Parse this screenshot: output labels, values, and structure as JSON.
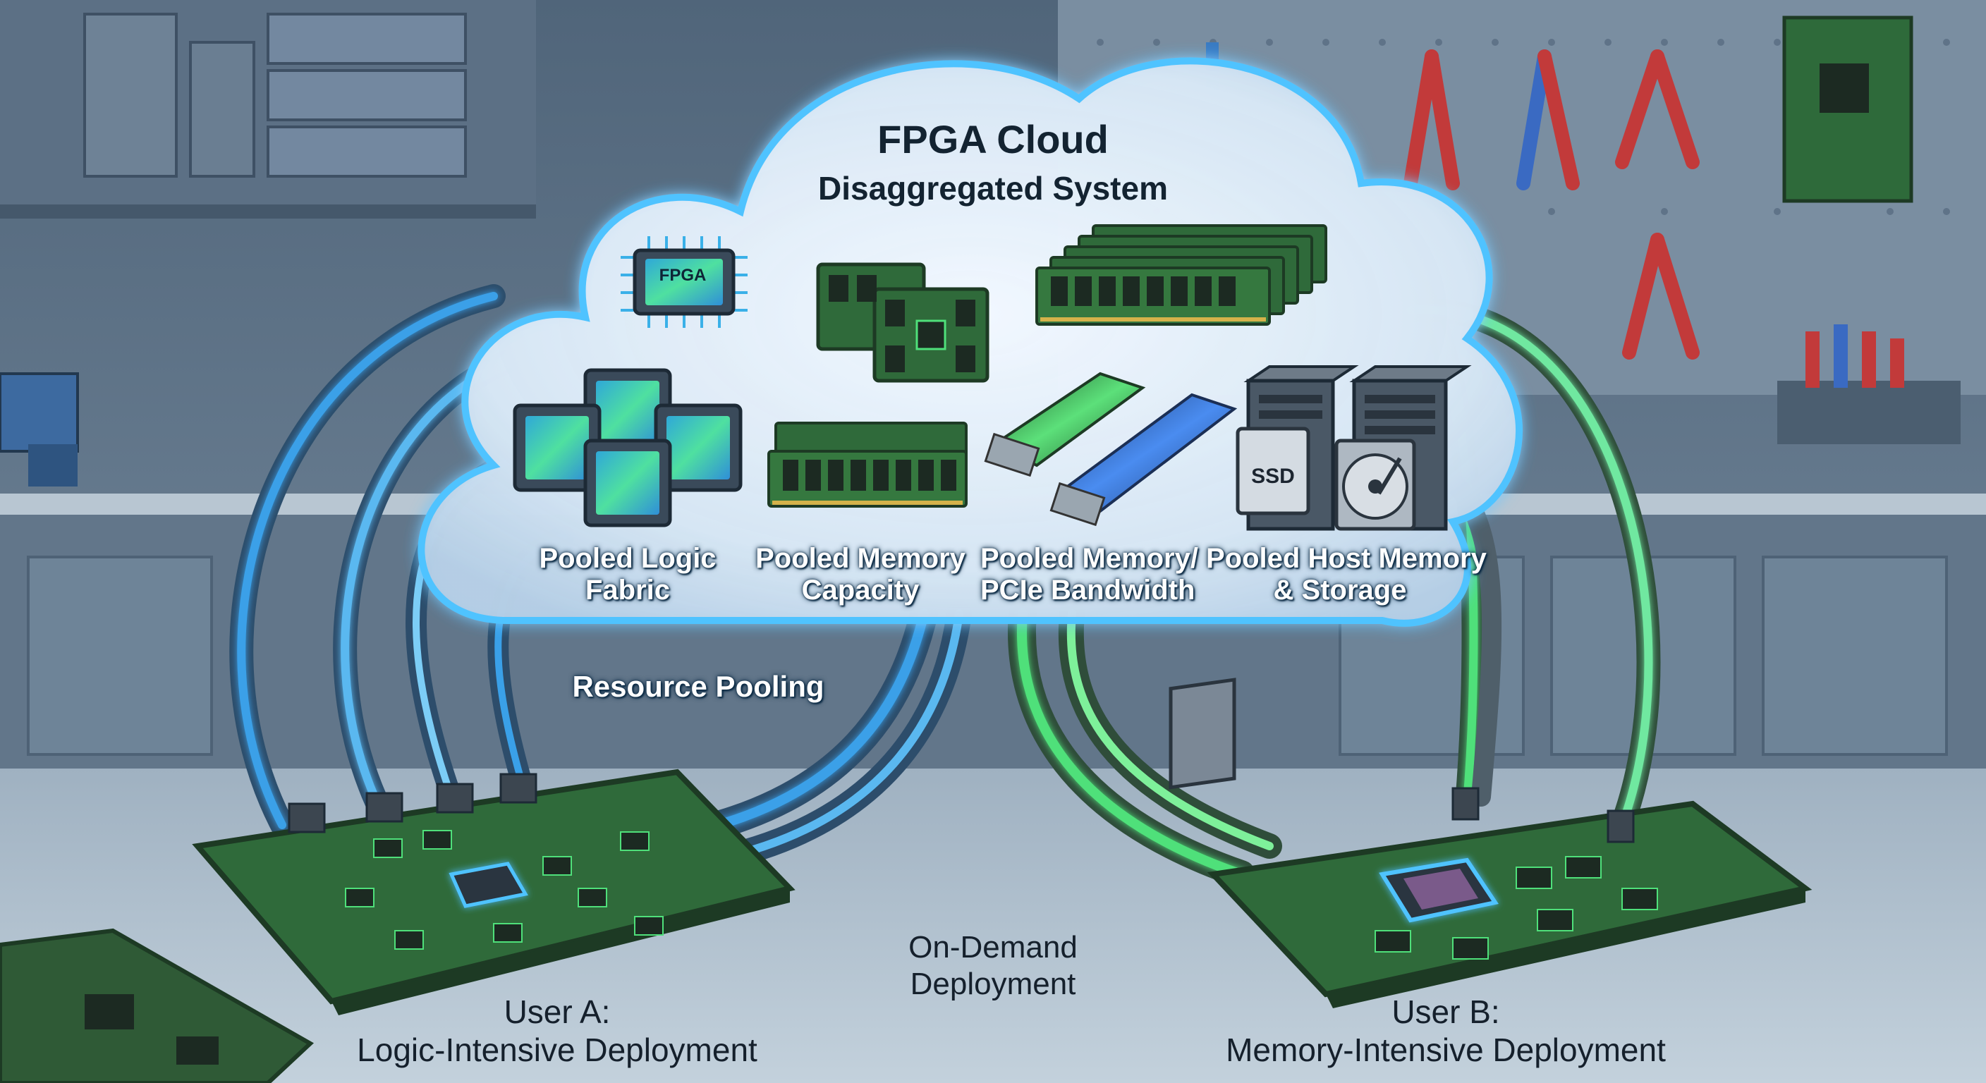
{
  "cloud": {
    "title": "FPGA Cloud",
    "subtitle": "Disaggregated System",
    "chip_label": "FPGA",
    "ssd_label": "SSD"
  },
  "resources": [
    {
      "line1": "Pooled Logic",
      "line2": "Fabric"
    },
    {
      "line1": "Pooled Memory",
      "line2": "Capacity"
    },
    {
      "line1": "Pooled Memory/",
      "line2": "PCIe Bandwidth"
    },
    {
      "line1": "Pooled Host Memory",
      "line2": "& Storage"
    }
  ],
  "labels": {
    "resource_pooling": "Resource Pooling",
    "on_demand_line1": "On-Demand",
    "on_demand_line2": "Deployment",
    "user_a_line1": "User A:",
    "user_a_line2": "Logic-Intensive Deployment",
    "user_b_line1": "User B:",
    "user_b_line2": "Memory-Intensive Deployment"
  },
  "colors": {
    "cloud_glow": "#4fc3ff",
    "cable_blue": "#3aa0e8",
    "cable_green": "#4fe07a",
    "pcb_green": "#2f6a3a",
    "chip_green": "#34c87a"
  }
}
